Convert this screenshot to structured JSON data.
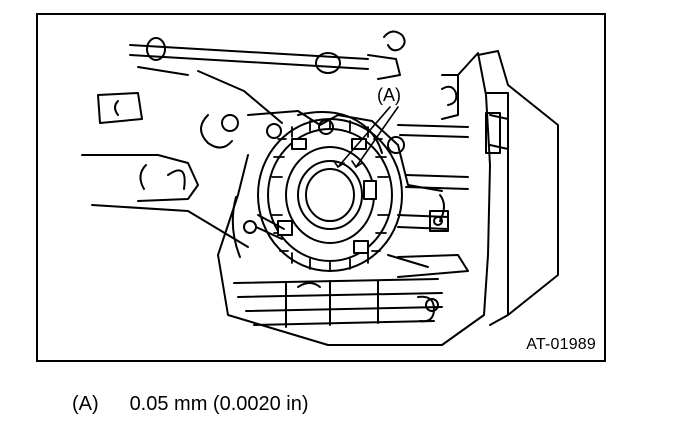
{
  "figure": {
    "callout_label": "(A)",
    "figure_id": "AT-01989"
  },
  "legend": {
    "key": "(A)",
    "text": "0.05 mm (0.0020 in)"
  }
}
